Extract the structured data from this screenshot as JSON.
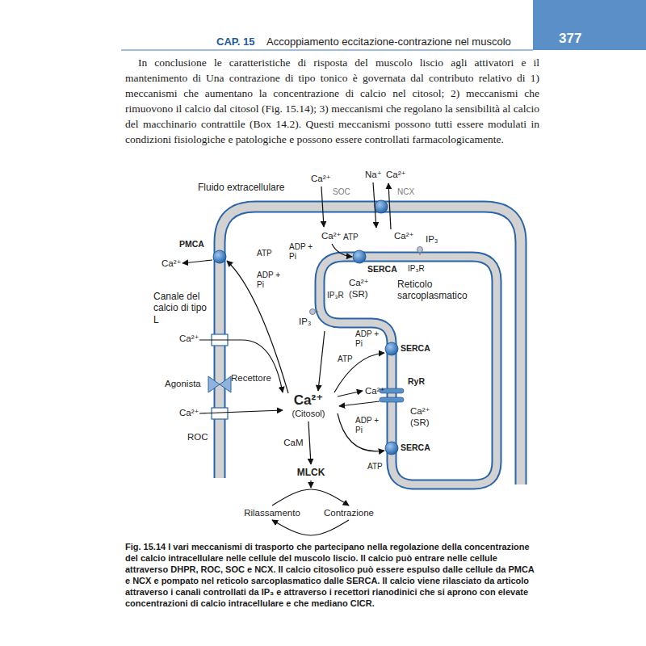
{
  "diagram": {
    "caption": "Fig. 15.14 I vari meccanismi di trasporto che partecipano nella regolazione della concentrazione del calcio intracellulare nelle cellule del muscolo liscio. Il calcio può entrare nelle cellule attraverso DHPR, ROC, SOC e NCX. Il calcio citosolico può essere espulso dalle cellule da PMCA e NCX e pompato nel reticolo sarcoplasmatico dalle SERCA. Il calcio viene rilasciato da articolo attraverso i canali controllati da IP₃ e attraverso i recettori rianodinici che si aprono con elevate concentrazioni di calcio intracellulare e che mediano CICR.",
    "nodes": [
      {
        "text": [
          "Ca²⁺",
          "(Citosol)"
        ]
      },
      {
        "text": [
          "MLCK"
        ]
      },
      {
        "text": [
          "Rilassamento"
        ]
      },
      {
        "text": [
          "Contrazione"
        ]
      }
    ],
    "edges": [
      {
        "from": 0,
        "to": 1,
        "arrow": "to",
        "label": "CaM"
      },
      {
        "from": 2,
        "to": 3,
        "arrow": "to"
      },
      {
        "from": 3,
        "to": 2,
        "arrow": "to"
      }
    ],
    "labels": [
      "CAP. 15",
      "Accoppiamento eccitazione-contrazione nel muscolo",
      "377",
      "In conclusione le caratteristiche di risposta del muscolo liscio agli attivatori e il mantenimento di Una contrazione di tipo tonico è governata dal contributo relativo di 1) meccanismi che aumentano la concentrazione di calcio nel citosol; 2) meccanismi che rimuovono il calcio dal citosol (Fig. 15.14); 3) meccanismi che regolano la sensibilità al calcio del macchinario contrattile (Box 14.2). Questi meccanismi possono tutti essere modulati in condizioni fisiologiche e patologiche e possono essere controllati farmacologicamente.",
      "Ca²⁺",
      "SOC",
      "Na⁺",
      "Ca²⁺",
      "NCX",
      "Fluido extracellulare",
      "IP₃",
      "Ca²⁺",
      "Ca²⁺",
      "ATP",
      "ADP + Pi",
      "SERCA",
      "IP₃R",
      "Ca²⁺ (SR)",
      "IP₃R",
      "Reticolo sarcoplasmatico",
      "PMCA",
      "ATP",
      "Ca²⁺",
      "ADP + Pi",
      "IP₃",
      "ADP + Pi",
      "SERCA",
      "ATP",
      "Canale del calcio di tipo L",
      "Ca²⁺",
      "Ca²⁺",
      "RyR",
      "Agonista",
      "Recettore",
      "Ca²⁺",
      "Ca²⁺ (SR)",
      "ROC",
      "ADP + Pi",
      "SERCA",
      "ATP"
    ]
  }
}
